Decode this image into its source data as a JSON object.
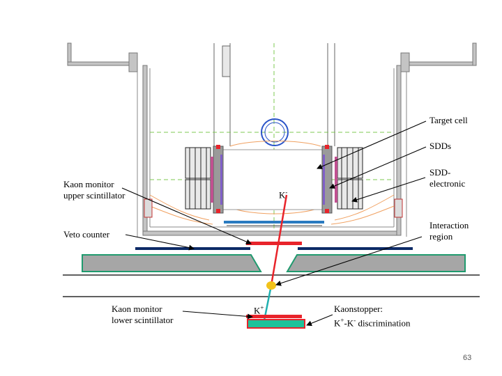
{
  "labels": {
    "target_cell": "Target cell",
    "sdds": "SDDs",
    "sdd_electronic_1": "SDD-",
    "sdd_electronic_2": "electronic",
    "kaon_monitor_upper_1": "Kaon monitor",
    "kaon_monitor_upper_2": "upper scintillator",
    "k_minus": "K",
    "k_minus_sup": "-",
    "interaction_region_1": "Interaction",
    "interaction_region_2": "region",
    "veto_counter": "Veto counter",
    "kaon_monitor_lower_1": "Kaon monitor",
    "kaon_monitor_lower_2": "lower scintillator",
    "k_plus": "K",
    "k_plus_sup": "+",
    "kaonstopper_1": "Kaonstopper:",
    "kaonstopper_2a": "K",
    "kaonstopper_2b": "+",
    "kaonstopper_2c": "-K",
    "kaonstopper_2d": "-",
    "kaonstopper_2e": " discrimination"
  },
  "page_number": "63",
  "colors": {
    "vessel_gray": "#b7b7b7",
    "scint_red": "#e8232a",
    "veto_navy": "#0c2a66",
    "shield_gray": "#a6a6a6",
    "shield_green": "#1f9a6e",
    "stopper_green": "#1fc29a",
    "orange_lines": "#f0a060",
    "green_dashed": "#7ec850",
    "blue_bar": "#2a7bc0",
    "kaon_path": "#e8232a",
    "kplus_path": "#20b0b0",
    "interaction_dot": "#f2c21a"
  }
}
